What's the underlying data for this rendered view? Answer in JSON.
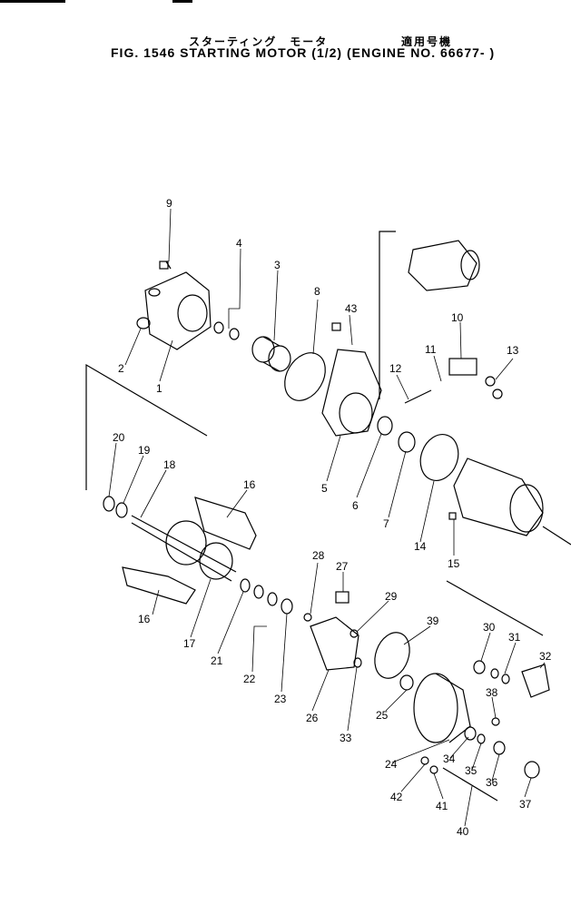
{
  "header": {
    "jp_title": "スターティング　モータ",
    "jp_applicable": "適用号機",
    "title": "FIG. 1546  STARTING MOTOR (1/2) (ENGINE NO. 66677- )"
  },
  "callouts": [
    {
      "num": "1"
    },
    {
      "num": "2"
    },
    {
      "num": "3"
    },
    {
      "num": "4"
    },
    {
      "num": "5"
    },
    {
      "num": "6"
    },
    {
      "num": "7"
    },
    {
      "num": "8"
    },
    {
      "num": "9"
    },
    {
      "num": "10"
    },
    {
      "num": "11"
    },
    {
      "num": "12"
    },
    {
      "num": "13"
    },
    {
      "num": "14"
    },
    {
      "num": "15"
    },
    {
      "num": "16"
    },
    {
      "num": "16"
    },
    {
      "num": "17"
    },
    {
      "num": "18"
    },
    {
      "num": "19"
    },
    {
      "num": "20"
    },
    {
      "num": "21"
    },
    {
      "num": "22"
    },
    {
      "num": "23"
    },
    {
      "num": "24"
    },
    {
      "num": "25"
    },
    {
      "num": "26"
    },
    {
      "num": "27"
    },
    {
      "num": "28"
    },
    {
      "num": "29"
    },
    {
      "num": "30"
    },
    {
      "num": "31"
    },
    {
      "num": "32"
    },
    {
      "num": "33"
    },
    {
      "num": "34"
    },
    {
      "num": "35"
    },
    {
      "num": "36"
    },
    {
      "num": "37"
    },
    {
      "num": "38"
    },
    {
      "num": "39"
    },
    {
      "num": "40"
    },
    {
      "num": "41"
    },
    {
      "num": "42"
    },
    {
      "num": "43"
    }
  ]
}
